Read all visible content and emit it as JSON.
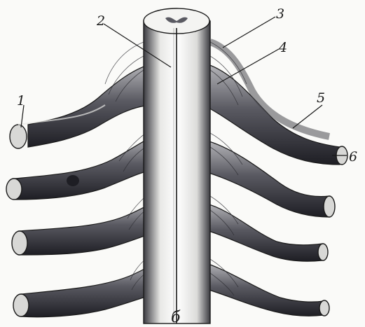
{
  "figure": {
    "labels": {
      "l1": "1",
      "l2": "2",
      "l3": "3",
      "l4": "4",
      "l5": "5",
      "l6": "6",
      "bottom": "б"
    }
  },
  "colors": {
    "ink": "#1a1a1a",
    "shade_dark": "#2b2b30",
    "shade_mid": "#6a6a70",
    "paper": "#fafaf8"
  }
}
